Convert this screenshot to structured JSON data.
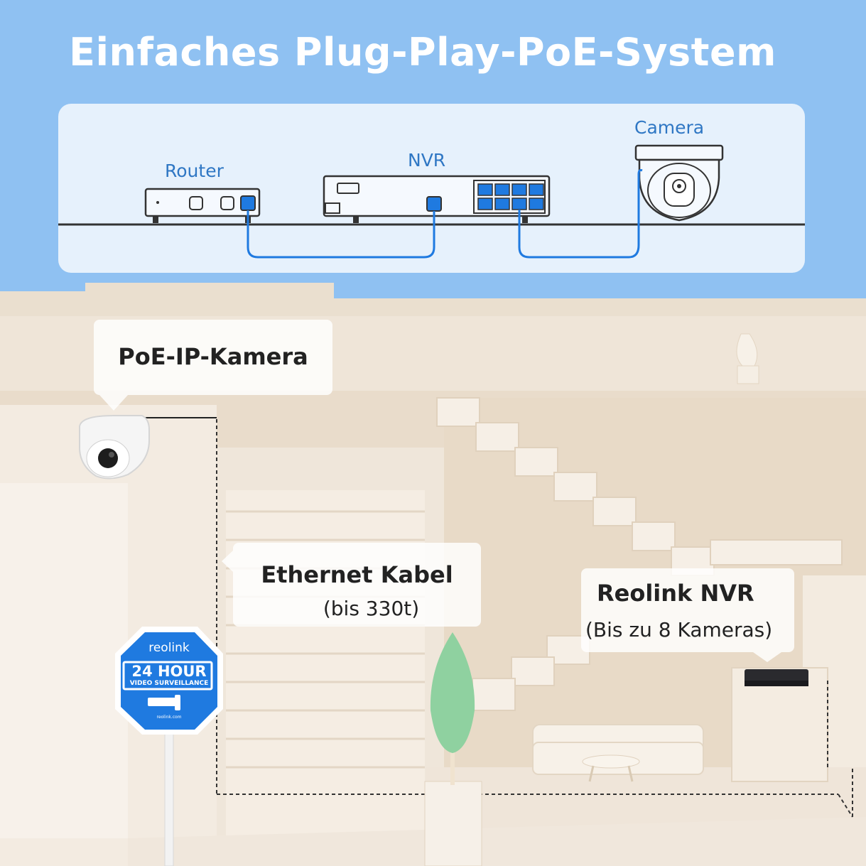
{
  "title": "Einfaches Plug-Play-PoE-System",
  "diagram": {
    "router_label": "Router",
    "nvr_label": "NVR",
    "camera_label": "Camera"
  },
  "callouts": {
    "camera": "PoE-IP-Kamera",
    "cable_title": "Ethernet Kabel",
    "cable_sub": "(bis 330t)",
    "nvr_title": "Reolink NVR",
    "nvr_sub": "(Bis zu 8 Kameras)"
  },
  "sign": {
    "brand": "reolink",
    "line1": "24 HOUR",
    "line2": "VIDEO SURVEILLANCE",
    "url": "reolink.com"
  },
  "colors": {
    "sky": "#8fc1f2",
    "accent_blue": "#2f77c4",
    "port_blue": "#1f7ae0",
    "wall": "#f1e6d9"
  }
}
